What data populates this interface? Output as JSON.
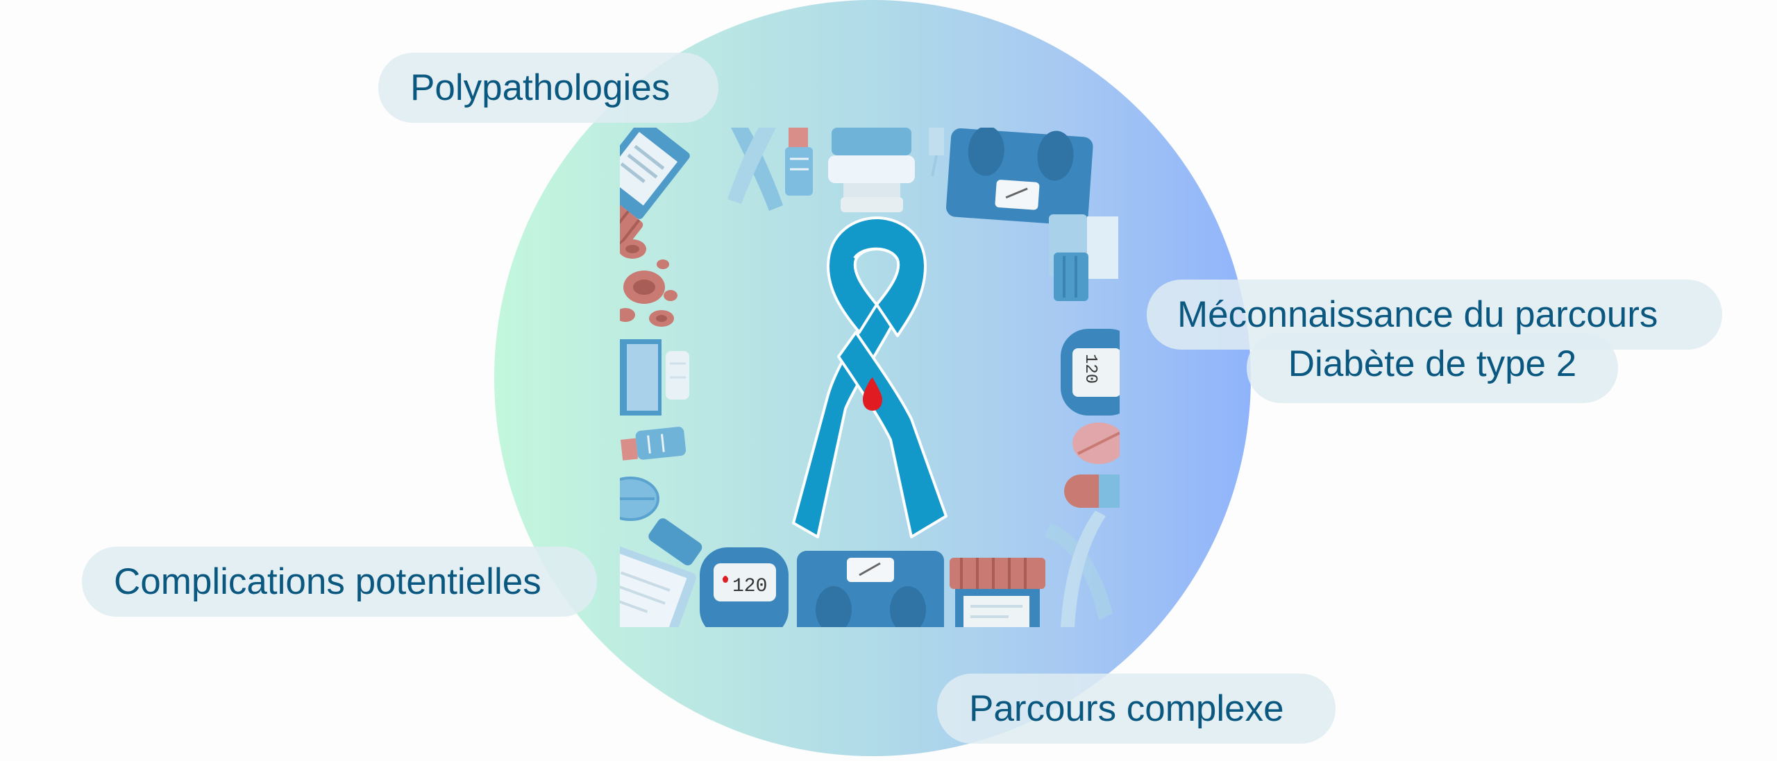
{
  "labels": {
    "polypathologies": "Polypathologies",
    "complications": "Complications potentielles",
    "parcours_complexe": "Parcours complexe",
    "meconnaissance": "Méconnaissance du parcours",
    "diabete": "Diabète de type 2"
  },
  "colors": {
    "label_text": "#0a5780",
    "label_bg": "#dfecf2",
    "ribbon": "#1399c9",
    "blood_drop": "#e11b22",
    "circle_left": "#c3f7dc",
    "circle_right": "#90b4fb"
  },
  "illustration": {
    "ribbon_icon": "awareness-ribbon-icon",
    "blood_drop_icon": "blood-drop-icon",
    "glucometer_reading": "120",
    "decorations": [
      "pill-bottle-icon",
      "scale-icon",
      "glucometer-icon",
      "pill-icon",
      "blood-cells-icon",
      "ribbon-icon",
      "test-tube-icon"
    ]
  }
}
